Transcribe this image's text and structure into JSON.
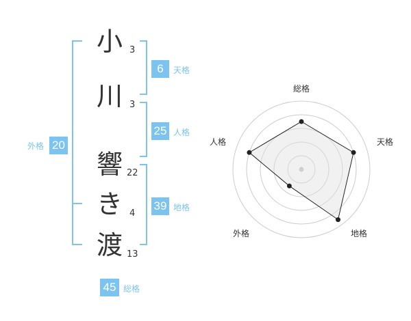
{
  "name_chars": [
    {
      "char": "小",
      "strokes": "3"
    },
    {
      "char": "川",
      "strokes": "3"
    },
    {
      "char": "響",
      "strokes": "22"
    },
    {
      "char": "き",
      "strokes": "4"
    },
    {
      "char": "渡",
      "strokes": "13"
    }
  ],
  "fortunes": {
    "tenkaku": {
      "value": "6",
      "label": "天格"
    },
    "jinkaku": {
      "value": "25",
      "label": "人格"
    },
    "chikaku": {
      "value": "39",
      "label": "地格"
    },
    "gaikaku": {
      "value": "20",
      "label": "外格"
    },
    "soukaku": {
      "value": "45",
      "label": "総格"
    }
  },
  "colors": {
    "accent": "#7cc4ef",
    "text": "#333333",
    "radar_fill": "#f0f0f0",
    "radar_grid": "#cccccc"
  },
  "chart_data": {
    "type": "radar",
    "axes": [
      "総格",
      "天格",
      "地格",
      "外格",
      "人格"
    ],
    "values": [
      0.7,
      0.8,
      0.91,
      0.3,
      0.8
    ],
    "range": [
      0,
      1
    ],
    "rings": 5,
    "grid": true
  }
}
